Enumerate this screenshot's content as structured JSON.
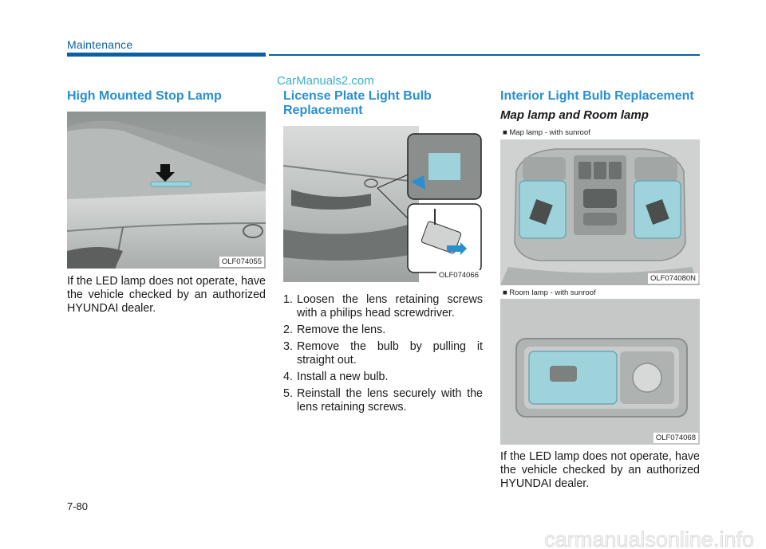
{
  "header": {
    "section": "Maintenance",
    "watermark": "CarManuals2.com"
  },
  "col1": {
    "title": "High Mounted Stop Lamp",
    "figure_code": "OLF074055",
    "text": "If the LED lamp does not operate, have the vehicle checked by an authorized HYUNDAI dealer."
  },
  "col2": {
    "title_line1": "License Plate Light Bulb",
    "title_line2": "Replacement",
    "figure_code": "OLF074066",
    "steps": [
      {
        "num": "1.",
        "text": "Loosen the lens retaining screws with a philips head screwdriver."
      },
      {
        "num": "2.",
        "text": "Remove the lens."
      },
      {
        "num": "3.",
        "text": "Remove the bulb by pulling it straight out."
      },
      {
        "num": "4.",
        "text": "Install a new bulb."
      },
      {
        "num": "5.",
        "text": "Reinstall the lens securely with the lens retaining screws."
      }
    ]
  },
  "col3": {
    "title": "Interior Light Bulb Replacement",
    "subtitle": "Map lamp and Room lamp",
    "caption1": "■ Map lamp - with sunroof",
    "figure1_code": "OLF074080N",
    "caption2": "■ Room lamp - with sunroof",
    "figure2_code": "OLF074068",
    "text": "If the LED lamp does not operate, have the vehicle checked by an authorized HYUNDAI dealer."
  },
  "footer": {
    "page": "7-80",
    "site_watermark": "carmanualsonline.info"
  },
  "colors": {
    "accent": "#0b5fa5",
    "heading": "#2a8fd0",
    "highlight": "#9fd3dc"
  }
}
